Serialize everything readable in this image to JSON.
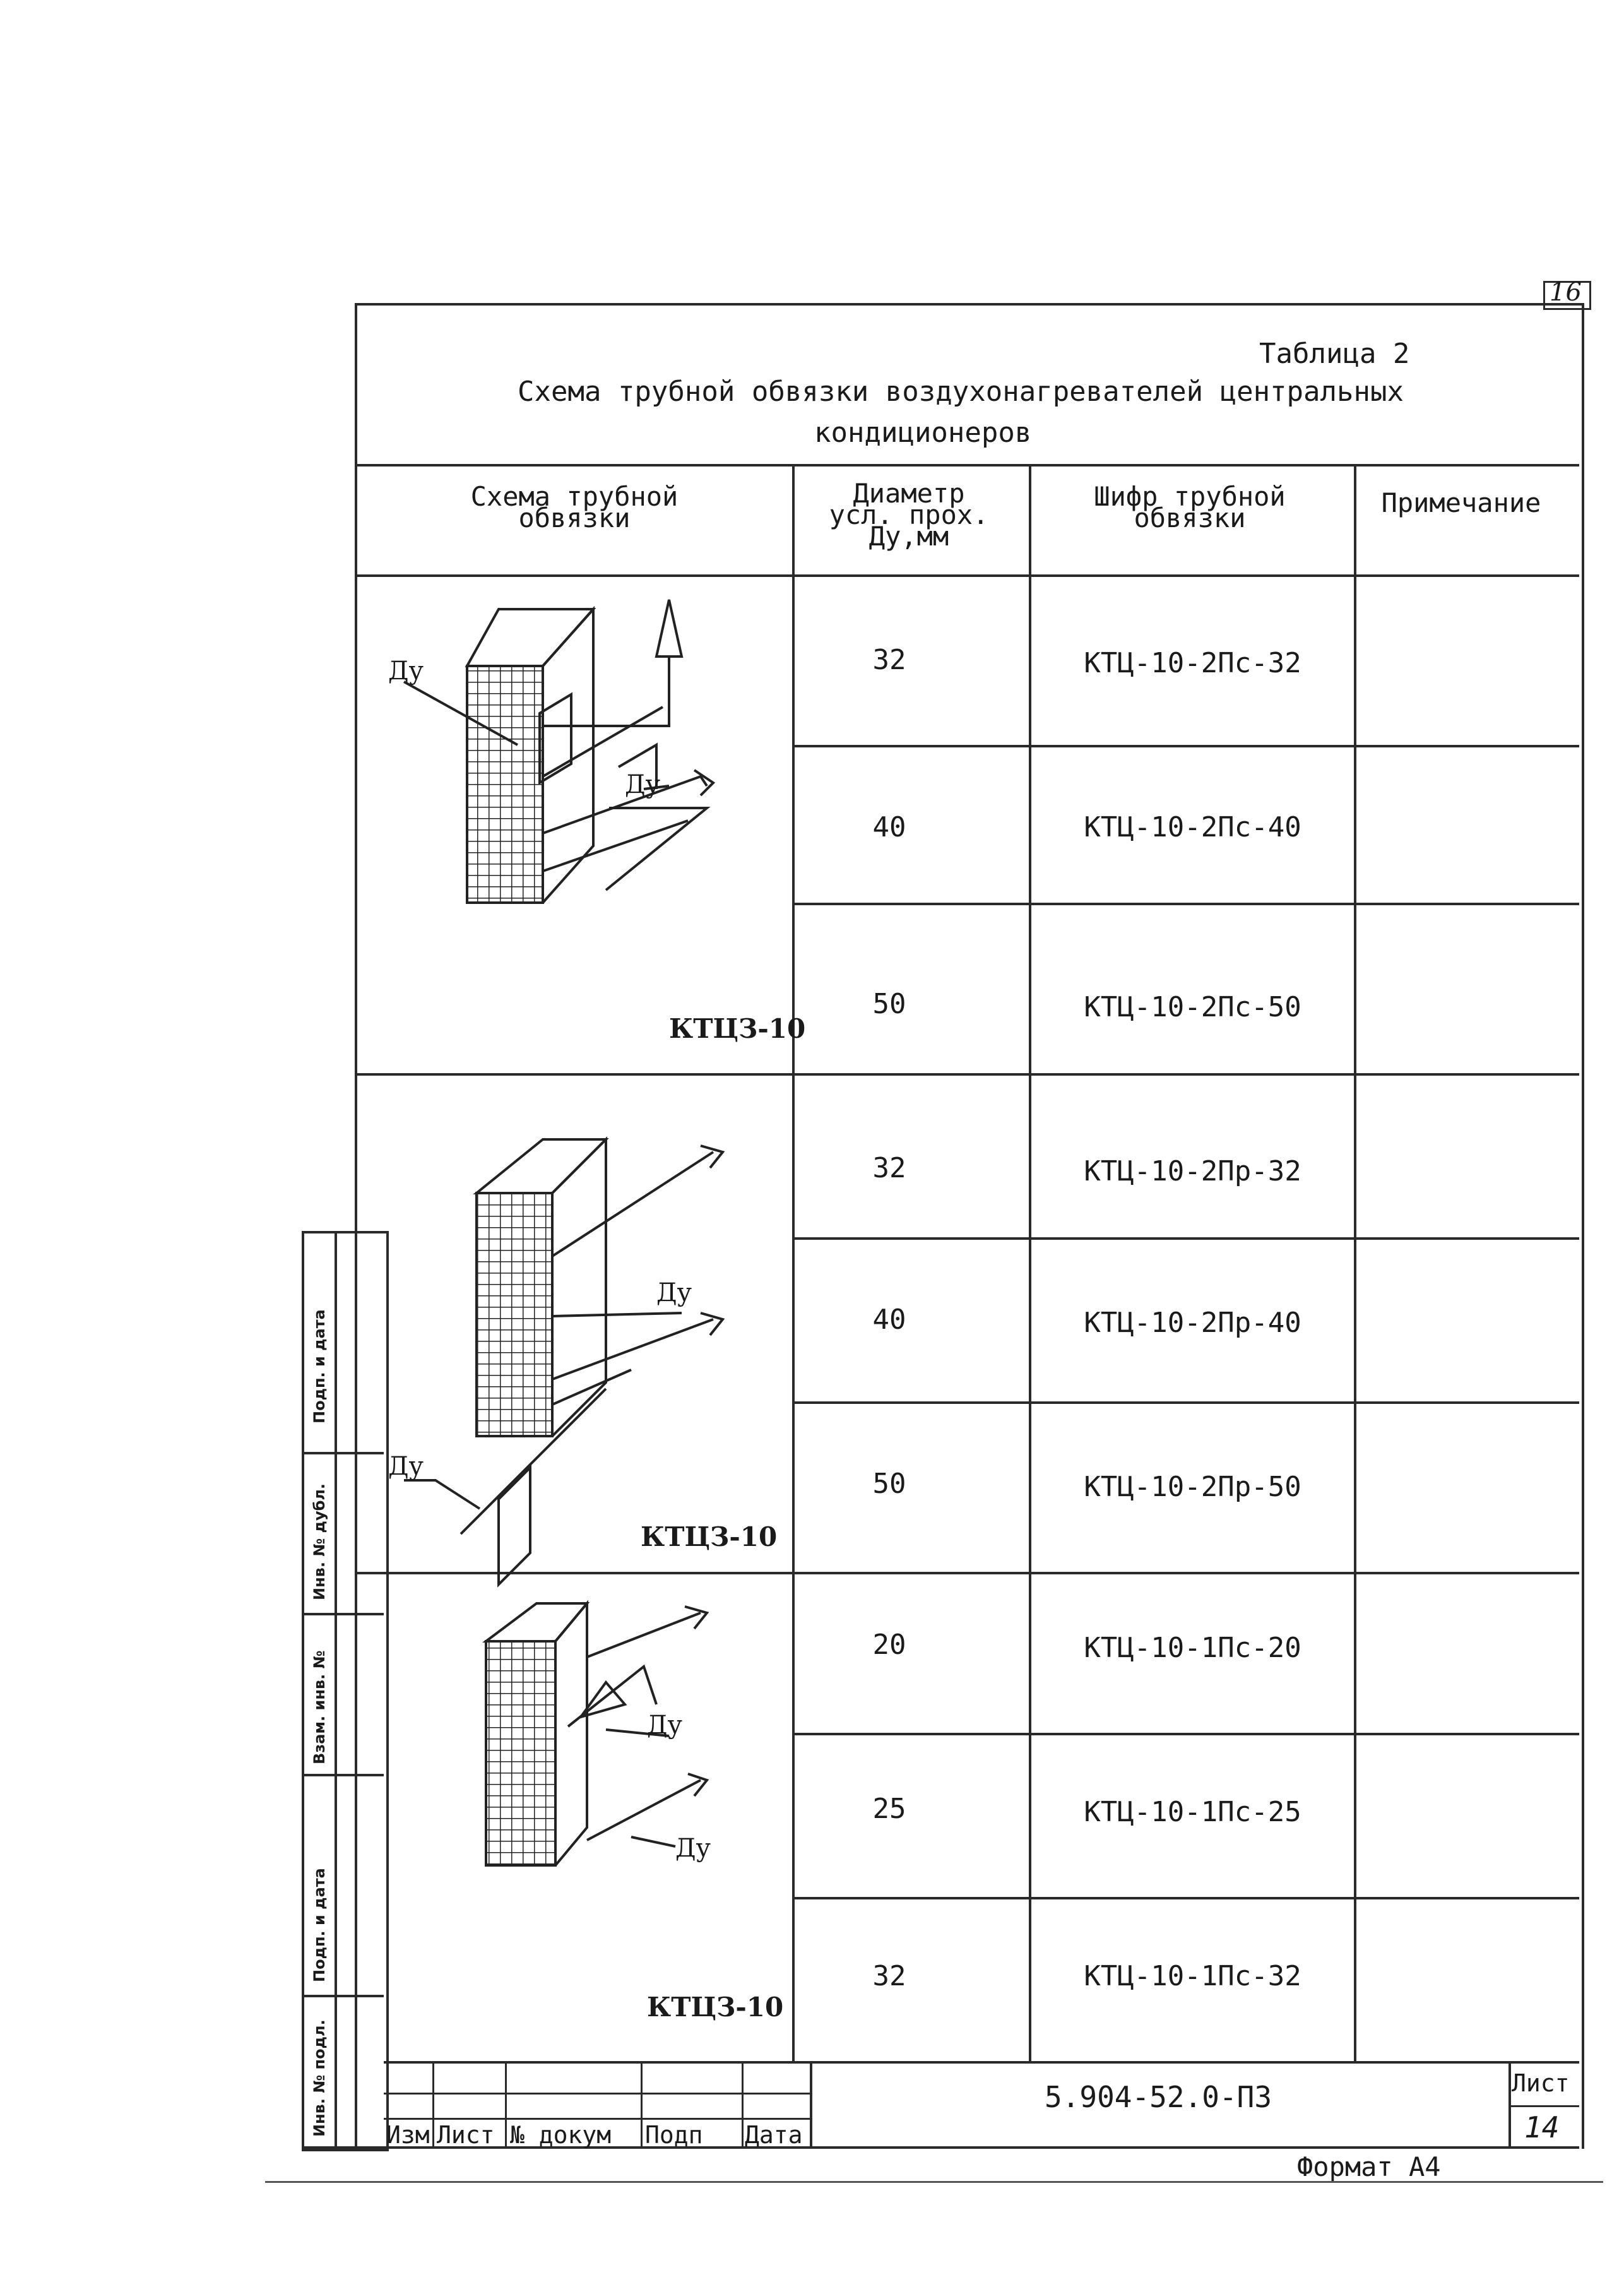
{
  "page_number": "16",
  "table": {
    "label": "Таблица 2",
    "title_line1": "Схема трубной обвязки воздухонагревателей центральных",
    "title_line2": "кондиционеров",
    "headers": {
      "scheme": "Схема трубной\nобвязки",
      "diameter": "Диаметр\nусл. прох.\nДу,мм",
      "code": "Шифр трубной\nобвязки",
      "note": "Примечание"
    },
    "groups": [
      {
        "caption": "КТЦЗ-10",
        "rows": [
          {
            "diameter": "32",
            "code": "КТЦ-10-2Пс-32",
            "note": ""
          },
          {
            "diameter": "40",
            "code": "КТЦ-10-2Пс-40",
            "note": ""
          },
          {
            "diameter": "50",
            "code": "КТЦ-10-2Пс-50",
            "note": ""
          }
        ]
      },
      {
        "caption": "КТЦЗ-10",
        "rows": [
          {
            "diameter": "32",
            "code": "КТЦ-10-2Пр-32",
            "note": ""
          },
          {
            "diameter": "40",
            "code": "КТЦ-10-2Пр-40",
            "note": ""
          },
          {
            "diameter": "50",
            "code": "КТЦ-10-2Пр-50",
            "note": ""
          }
        ]
      },
      {
        "caption": "КТЦЗ-10",
        "rows": [
          {
            "diameter": "20",
            "code": "КТЦ-10-1Пс-20",
            "note": ""
          },
          {
            "diameter": "25",
            "code": "КТЦ-10-1Пс-25",
            "note": ""
          },
          {
            "diameter": "32",
            "code": "КТЦ-10-1Пс-32",
            "note": ""
          }
        ]
      }
    ]
  },
  "diagram_labels": {
    "du": "Ду"
  },
  "side_stamp": {
    "podp_data_top": "Подп. и дата",
    "inv_dubl": "Инв. № дубл.",
    "vzam_inv": "Взам. инв. №",
    "podp_data_bottom": "Подп. и дата",
    "inv_podl": "Инв. № подл."
  },
  "title_block": {
    "doc_code": "5.904-52.0-ПЗ",
    "sheet_label": "Лист",
    "sheet_number": "14",
    "columns": [
      "Изм",
      "Лист",
      "№ докум",
      "Подп",
      "Дата"
    ]
  },
  "format_label": "Формат А4"
}
